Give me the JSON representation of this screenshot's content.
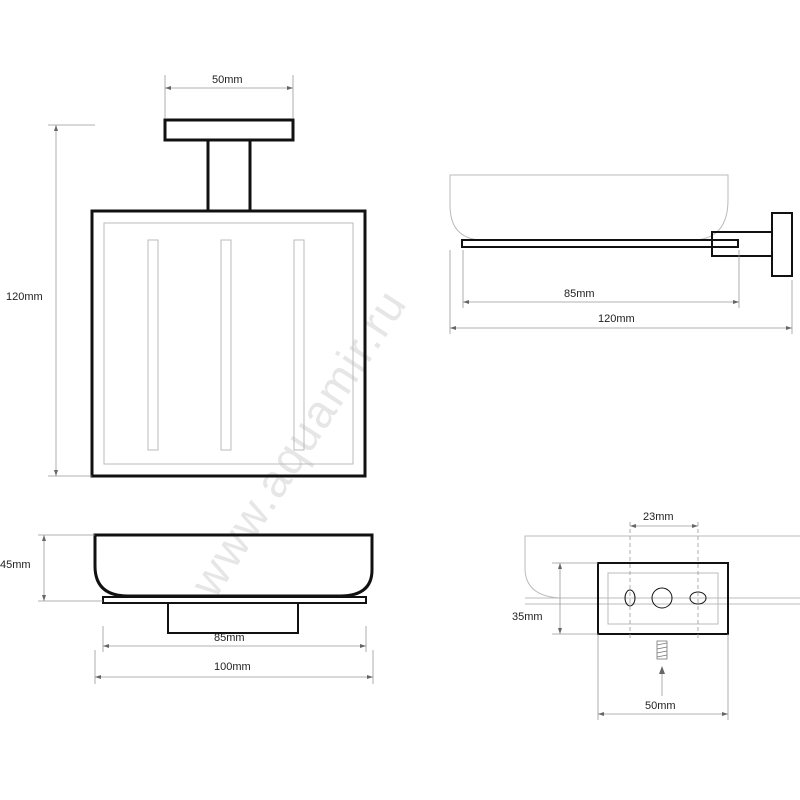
{
  "watermark": "www.aquamir.ru",
  "dimensions": {
    "top_width": "50mm",
    "total_height": "120mm",
    "side_depth": "85mm",
    "side_total": "120mm",
    "front_height": "45mm",
    "front_inner": "85mm",
    "front_total": "100mm",
    "mount_hole_spacing": "23mm",
    "mount_height": "35mm",
    "mount_width": "50mm"
  }
}
